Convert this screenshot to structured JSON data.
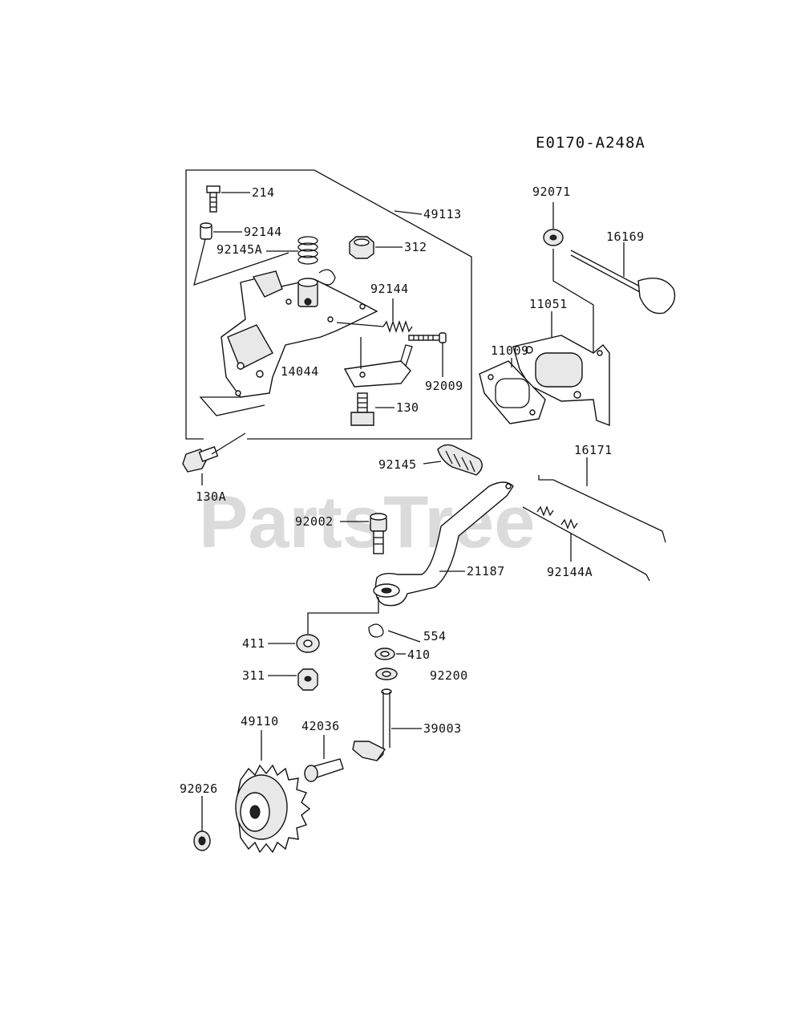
{
  "diagram_code": "E0170-A248A",
  "watermark": "PartsTree",
  "callouts": {
    "p214": "214",
    "p49113": "49113",
    "p92144_top": "92144",
    "p92145A": "92145A",
    "p312": "312",
    "p92144_mid": "92144",
    "p14044": "14044",
    "p92009": "92009",
    "p130": "130",
    "p130A": "130A",
    "p92071": "92071",
    "p16169": "16169",
    "p11051": "11051",
    "p11009": "11009",
    "p92145": "92145",
    "p16171": "16171",
    "p92002": "92002",
    "p21187": "21187",
    "p92144A": "92144A",
    "p411": "411",
    "p554": "554",
    "p410": "410",
    "p311": "311",
    "p92200": "92200",
    "p49110": "49110",
    "p42036": "42036",
    "p39003": "39003",
    "p92026": "92026"
  }
}
